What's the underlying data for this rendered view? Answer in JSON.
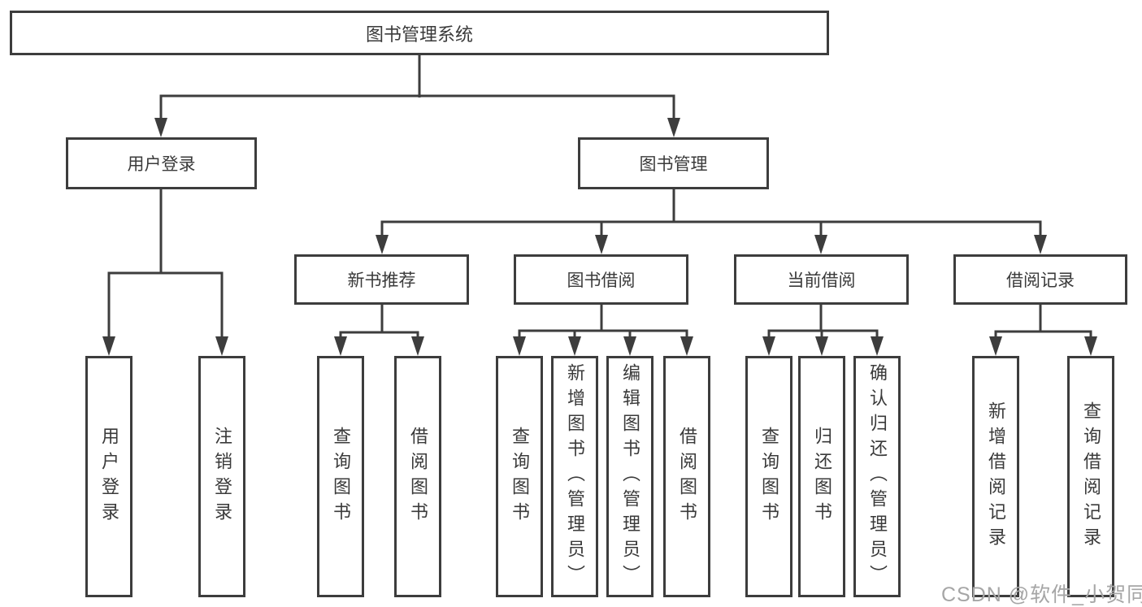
{
  "nodes": {
    "root": "图书管理系统",
    "user_login": "用户登录",
    "book_mgmt": "图书管理",
    "new_book_rec": "新书推荐",
    "book_borrow": "图书借阅",
    "current_borrow": "当前借阅",
    "borrow_record": "借阅记录",
    "leaf_user_login": "用户登录",
    "leaf_logout": "注销登录",
    "leaf_nb_query": "查询图书",
    "leaf_nb_borrow": "借阅图书",
    "leaf_bb_query": "查询图书",
    "leaf_bb_add": "新增图书（管理员）",
    "leaf_bb_edit": "编辑图书（管理员）",
    "leaf_bb_borrow": "借阅图书",
    "leaf_cb_query": "查询图书",
    "leaf_cb_return": "归还图书",
    "leaf_cb_confirm": "确认归还（管理员）",
    "leaf_br_add": "新增借阅记录",
    "leaf_br_query": "查询借阅记录"
  },
  "watermark": "CSDN @软件_小贺同学",
  "colors": {
    "line": "#3d3d3d",
    "text": "#3a3a3a",
    "watermark": "#a6a6a6",
    "background": "#ffffff"
  }
}
